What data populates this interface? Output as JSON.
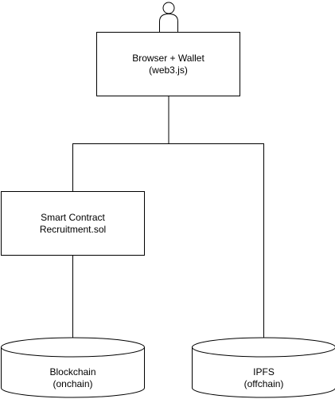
{
  "diagram": {
    "nodes": {
      "browser": {
        "line1": "Browser + Wallet",
        "line2": "(web3.js)"
      },
      "contract": {
        "line1": "Smart Contract",
        "line2": "Recruitment.sol"
      },
      "blockchain": {
        "line1": "Blockchain",
        "line2": "(onchain)"
      },
      "ipfs": {
        "line1": "IPFS",
        "line2": "(offchain)"
      }
    },
    "icons": {
      "user": "user-icon"
    },
    "colors": {
      "stroke": "#000000",
      "fill": "#ffffff"
    }
  }
}
